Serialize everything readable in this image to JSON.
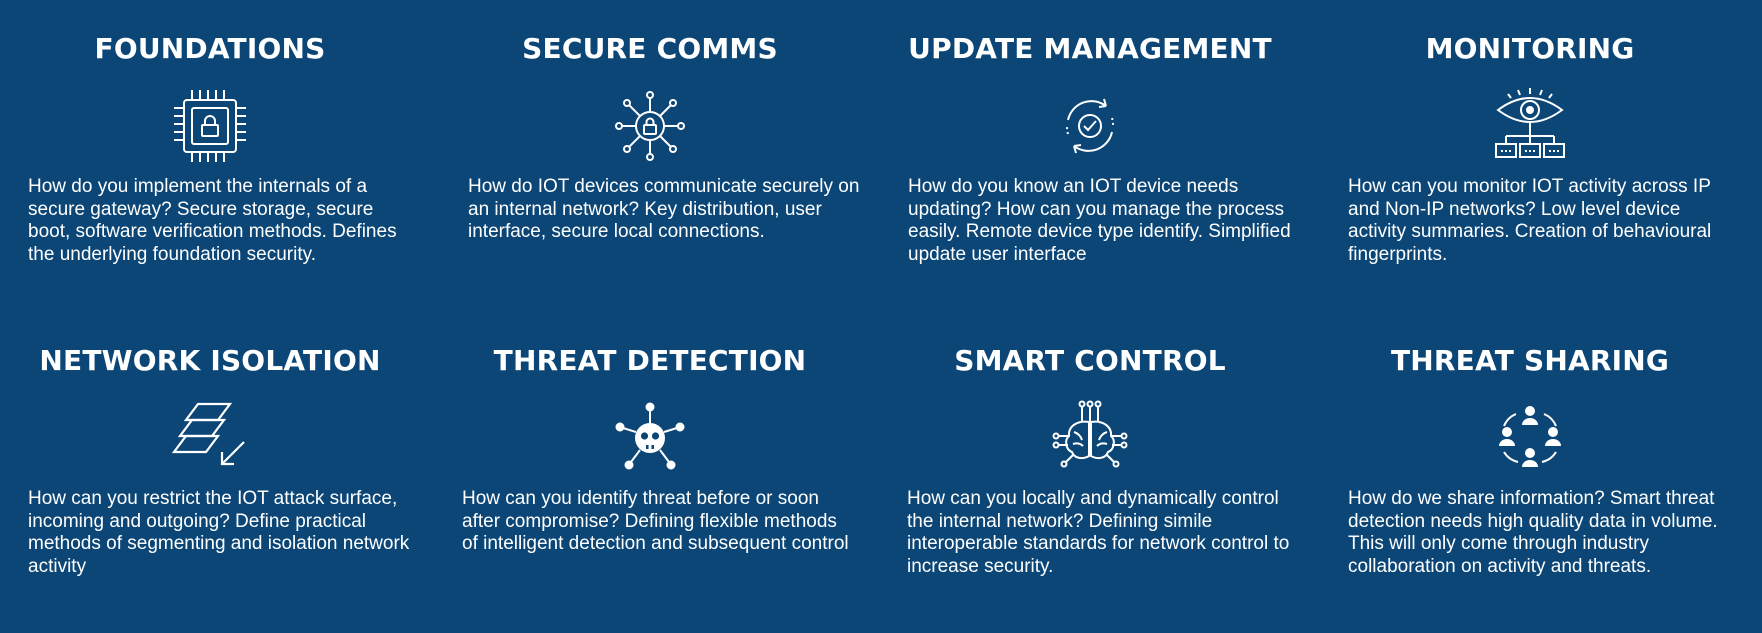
{
  "sections": [
    {
      "title": "FOUNDATIONS",
      "icon": "chip-lock-icon",
      "description": "How do you implement the internals of a secure gateway? Secure storage, secure boot, software verification methods. Defines the underlying foundation security."
    },
    {
      "title": "SECURE COMMS",
      "icon": "network-lock-icon",
      "description": "How do IOT devices communicate securely on an internal network? Key distribution, user interface, secure local connections."
    },
    {
      "title": "UPDATE MANAGEMENT",
      "icon": "update-cycle-check-icon",
      "description": "How do you know an IOT device needs updating? How can you manage the process easily. Remote device type identify. Simplified update user interface"
    },
    {
      "title": "MONITORING",
      "icon": "eye-network-icon",
      "description": "How can you monitor IOT activity across IP and Non-IP networks? Low level device activity summaries. Creation of behavioural fingerprints."
    },
    {
      "title": "NETWORK ISOLATION",
      "icon": "layers-arrow-icon",
      "description": "How can you restrict the IOT attack surface, incoming and outgoing? Define practical methods of segmenting and isolation network activity"
    },
    {
      "title": "THREAT DETECTION",
      "icon": "skull-network-icon",
      "description": "How can you identify threat before or soon after compromise? Defining flexible methods of intelligent detection and subsequent control"
    },
    {
      "title": "SMART CONTROL",
      "icon": "brain-circuit-icon",
      "description": "How can you locally and dynamically control the internal network?  Defining simile interoperable standards for network control to increase security."
    },
    {
      "title": "THREAT SHARING",
      "icon": "people-sharing-icon",
      "description": "How do we share information? Smart threat detection needs high quality data in volume. This will only come through industry collaboration on activity and threats."
    }
  ]
}
